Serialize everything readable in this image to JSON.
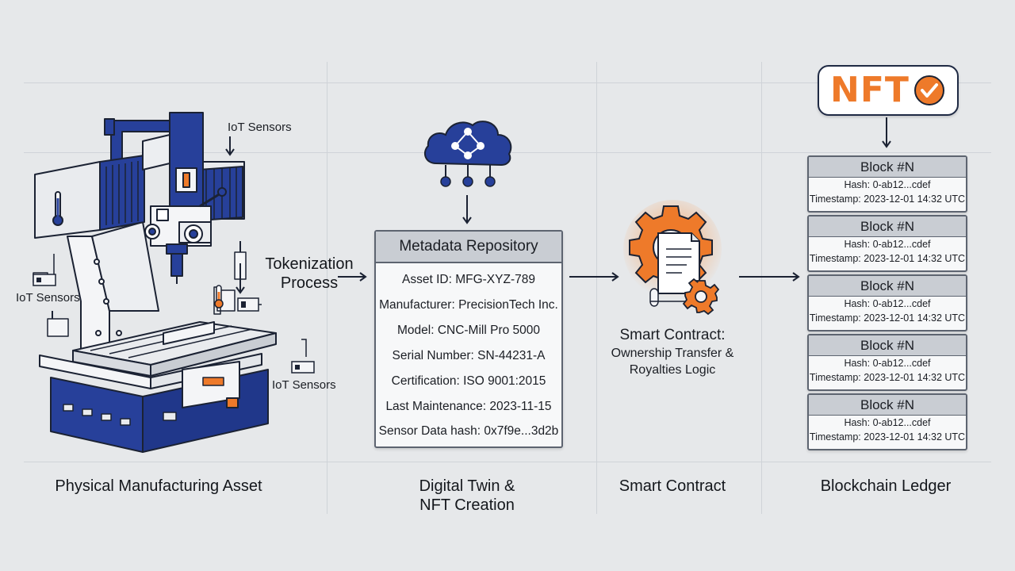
{
  "colors": {
    "navy": "#27409a",
    "orange": "#ee7a2a",
    "gray_box": "#c9cdd3",
    "background": "#e6e8ea"
  },
  "asset": {
    "sensor_labels": [
      "IoT Sensors",
      "IoT Sensors",
      "IoT Sensors"
    ],
    "caption": "Physical Manufacturing Asset"
  },
  "tokenization": {
    "line1": "Tokenization",
    "line2": "Process"
  },
  "digital_twin": {
    "icon": "cloud-network-icon",
    "caption_line1": "Digital Twin &",
    "caption_line2": "NFT Creation"
  },
  "metadata": {
    "title": "Metadata Repository",
    "rows": [
      "Asset ID: MFG-XYZ-789",
      "Manufacturer: PrecisionTech Inc.",
      "Model: CNC-Mill Pro 5000",
      "Serial Number: SN-44231-A",
      "Certification: ISO 9001:2015",
      "Last Maintenance: 2023-11-15",
      "Sensor Data hash: 0x7f9e...3d2b"
    ]
  },
  "smart_contract": {
    "icon": "gear-document-icon",
    "title": "Smart Contract:",
    "line1": "Ownership Transfer &",
    "line2": "Royalties Logic",
    "caption": "Smart Contract"
  },
  "nft": {
    "label": "NFT",
    "icon": "check-circle-icon"
  },
  "blocks": [
    {
      "title": "Block #N",
      "hash": "Hash: 0-ab12...cdef",
      "timestamp": "Timestamp: 2023-12-01 14:32 UTC"
    },
    {
      "title": "Block #N",
      "hash": "Hash: 0-ab12...cdef",
      "timestamp": "Timestamp: 2023-12-01 14:32 UTC"
    },
    {
      "title": "Block #N",
      "hash": "Hash: 0-ab12...cdef",
      "timestamp": "Timestamp: 2023-12-01 14:32 UTC"
    },
    {
      "title": "Block #N",
      "hash": "Hash: 0-ab12...cdef",
      "timestamp": "Timestamp: 2023-12-01 14:32 UTC"
    },
    {
      "title": "Block #N",
      "hash": "Hash: 0-ab12...cdef",
      "timestamp": "Timestamp: 2023-12-01 14:32 UTC"
    }
  ],
  "ledger": {
    "caption": "Blockchain Ledger"
  }
}
